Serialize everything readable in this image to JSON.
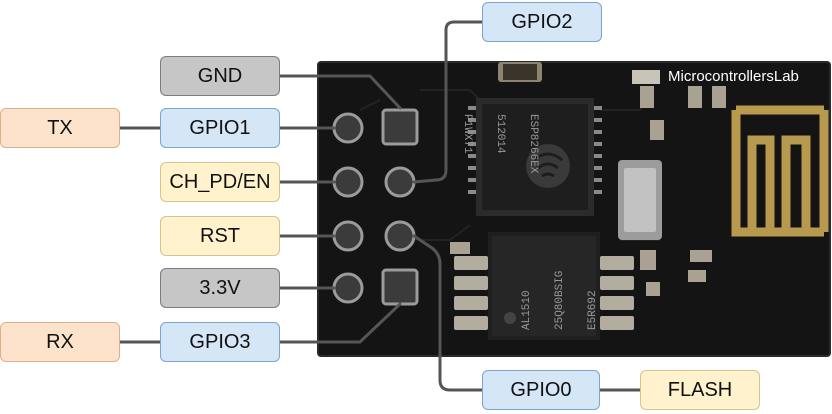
{
  "pins": {
    "gnd": "GND",
    "gpio2": "GPIO2",
    "gpio1": "GPIO1",
    "tx": "TX",
    "ch_pd": "CH_PD/EN",
    "rst": "RST",
    "v33": "3.3V",
    "gpio3": "GPIO3",
    "rx": "RX",
    "gpio0": "GPIO0",
    "flash": "FLASH"
  },
  "watermark": "MicrocontrollersLab",
  "chip": {
    "main_lines": [
      "ESP8266EX",
      "512014",
      "P1WX71"
    ],
    "flash_lines": [
      "AL1510",
      "25Q80BSIG",
      "E5R692"
    ]
  },
  "colors": {
    "gray_fill": "#c6c6c6",
    "blue_fill": "#d5e6f7",
    "cream_fill": "#fff2cc",
    "peach_fill": "#fde3cc",
    "board": "#141414",
    "antenna": "#b89a4e"
  }
}
